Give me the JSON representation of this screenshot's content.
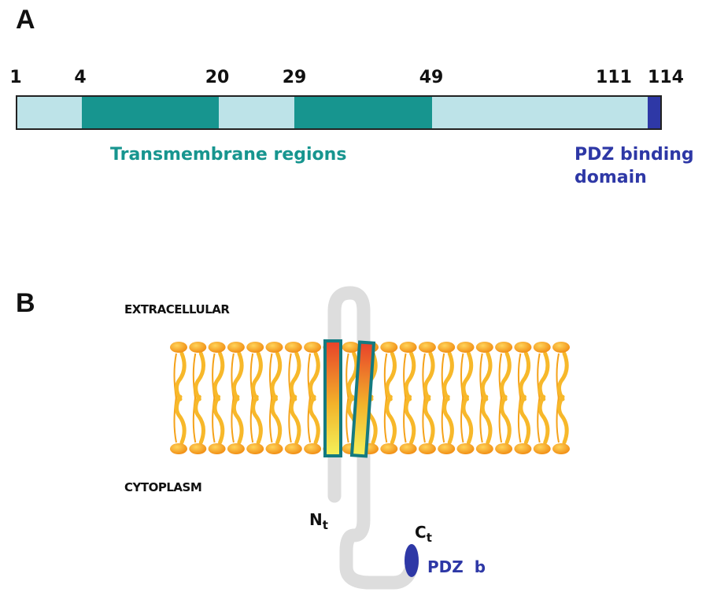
{
  "panel_a": {
    "letter": "A",
    "positions": [
      "1",
      "4",
      "20",
      "29",
      "49",
      "111",
      "114"
    ],
    "transmembrane_label": "Transmembrane regions",
    "pdz_label_line1": "PDZ binding",
    "pdz_label_line2": "domain"
  },
  "panel_b": {
    "letter": "B",
    "extracellular": "EXTRACELLULAR",
    "cytoplasm": "CYTOPLASM",
    "n_term_main": "N",
    "n_term_sub": "t",
    "c_term_main": "C",
    "c_term_sub": "t",
    "pdz_short": "PDZ  b"
  },
  "colors": {
    "light_segment": "#bde3e8",
    "transmembrane": "#17958f",
    "pdz": "#2e38a6",
    "bar_border": "#222222",
    "lipid_head": "#f5a21a",
    "lipid_tail": "#f7b82a",
    "chain": "#dddddd",
    "helix_border": "#137a80"
  }
}
